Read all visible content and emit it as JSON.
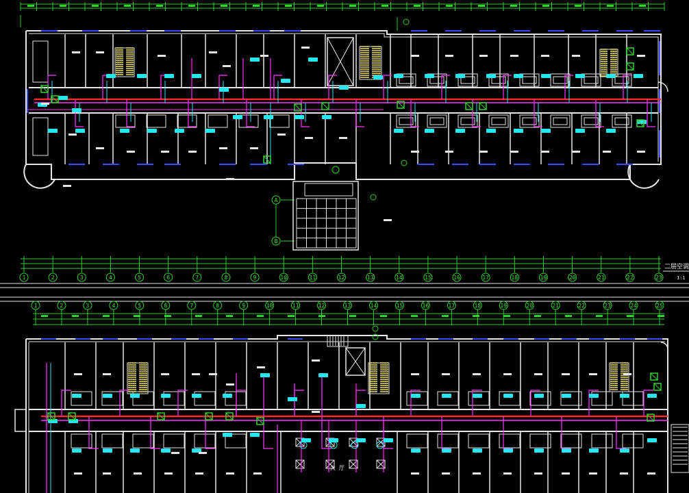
{
  "colors": {
    "background": "#000000",
    "wall": "#e6e6e6",
    "grid_axis": "#2fd12f",
    "dimension": "#2fd12f",
    "supply_duct": "#ff2a2a",
    "branch_pipe": "#ff33ff",
    "fan_coil": "#27e6ef",
    "stair": "#f1e36a",
    "window": "#3b4bff",
    "equipment": "#2fd12f"
  },
  "plan_upper": {
    "title": "二层空调",
    "scale": "1:1",
    "grid_numbers": [
      "1",
      "2",
      "3",
      "4",
      "5",
      "6",
      "7",
      "8",
      "9",
      "10",
      "11",
      "12",
      "13",
      "14",
      "15",
      "16",
      "17",
      "18",
      "19",
      "20",
      "21",
      "22",
      "23"
    ],
    "axis_letters": [
      "A",
      "B"
    ]
  },
  "plan_lower": {
    "grid_numbers": [
      "1",
      "2",
      "3",
      "4",
      "5",
      "6",
      "7",
      "8",
      "9",
      "10",
      "11",
      "12",
      "13",
      "14",
      "15",
      "16",
      "17",
      "18",
      "19",
      "20",
      "21",
      "22",
      "23",
      "24",
      "25"
    ],
    "label_center": "大 厅"
  },
  "icons": {
    "grid_bubble": "circle-bubble-icon",
    "fan_coil": "fan-coil-unit-icon",
    "stair": "staircase-icon"
  }
}
